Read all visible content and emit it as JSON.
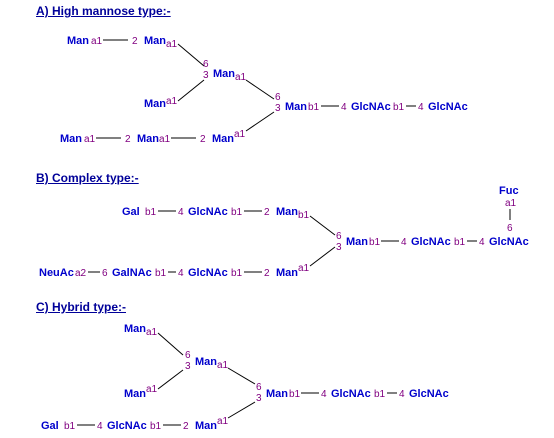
{
  "sections": [
    {
      "heading": "A) High mannose type:-",
      "residues": [
        "Man",
        "Man",
        "Man",
        "Man",
        "Man",
        "GlcNAc",
        "GlcNAc",
        "Man",
        "Man",
        "Man"
      ],
      "links": [
        "a1",
        "2",
        "a1",
        "6",
        "3",
        "a1",
        "a1",
        "6",
        "3",
        "b1",
        "4",
        "b1",
        "4",
        "a1",
        "2",
        "a1",
        "2",
        "a1"
      ]
    },
    {
      "heading": "B) Complex type:-",
      "residues": [
        "Gal",
        "GlcNAc",
        "Man",
        "Man",
        "GlcNAc",
        "GlcNAc",
        "Fuc",
        "NeuAc",
        "GalNAc",
        "GlcNAc",
        "Man"
      ],
      "links": [
        "b1",
        "4",
        "b1",
        "2",
        "b1",
        "6",
        "3",
        "b1",
        "4",
        "b1",
        "4",
        "a1",
        "6",
        "a2",
        "6",
        "b1",
        "4",
        "b1",
        "2",
        "a1"
      ]
    },
    {
      "heading": "C) Hybrid type:-",
      "residues": [
        "Man",
        "Man",
        "Man",
        "Man",
        "GlcNAc",
        "GlcNAc",
        "Gal",
        "GlcNAc",
        "Man"
      ],
      "links": [
        "a1",
        "6",
        "3",
        "a1",
        "a1",
        "6",
        "3",
        "b1",
        "4",
        "b1",
        "4",
        "b1",
        "4",
        "b1",
        "2",
        "a1"
      ]
    }
  ],
  "colors": {
    "heading": "#000099",
    "sugar": "#0000cc",
    "linkage": "#800080",
    "bond": "#000000",
    "background": "#ffffff"
  }
}
